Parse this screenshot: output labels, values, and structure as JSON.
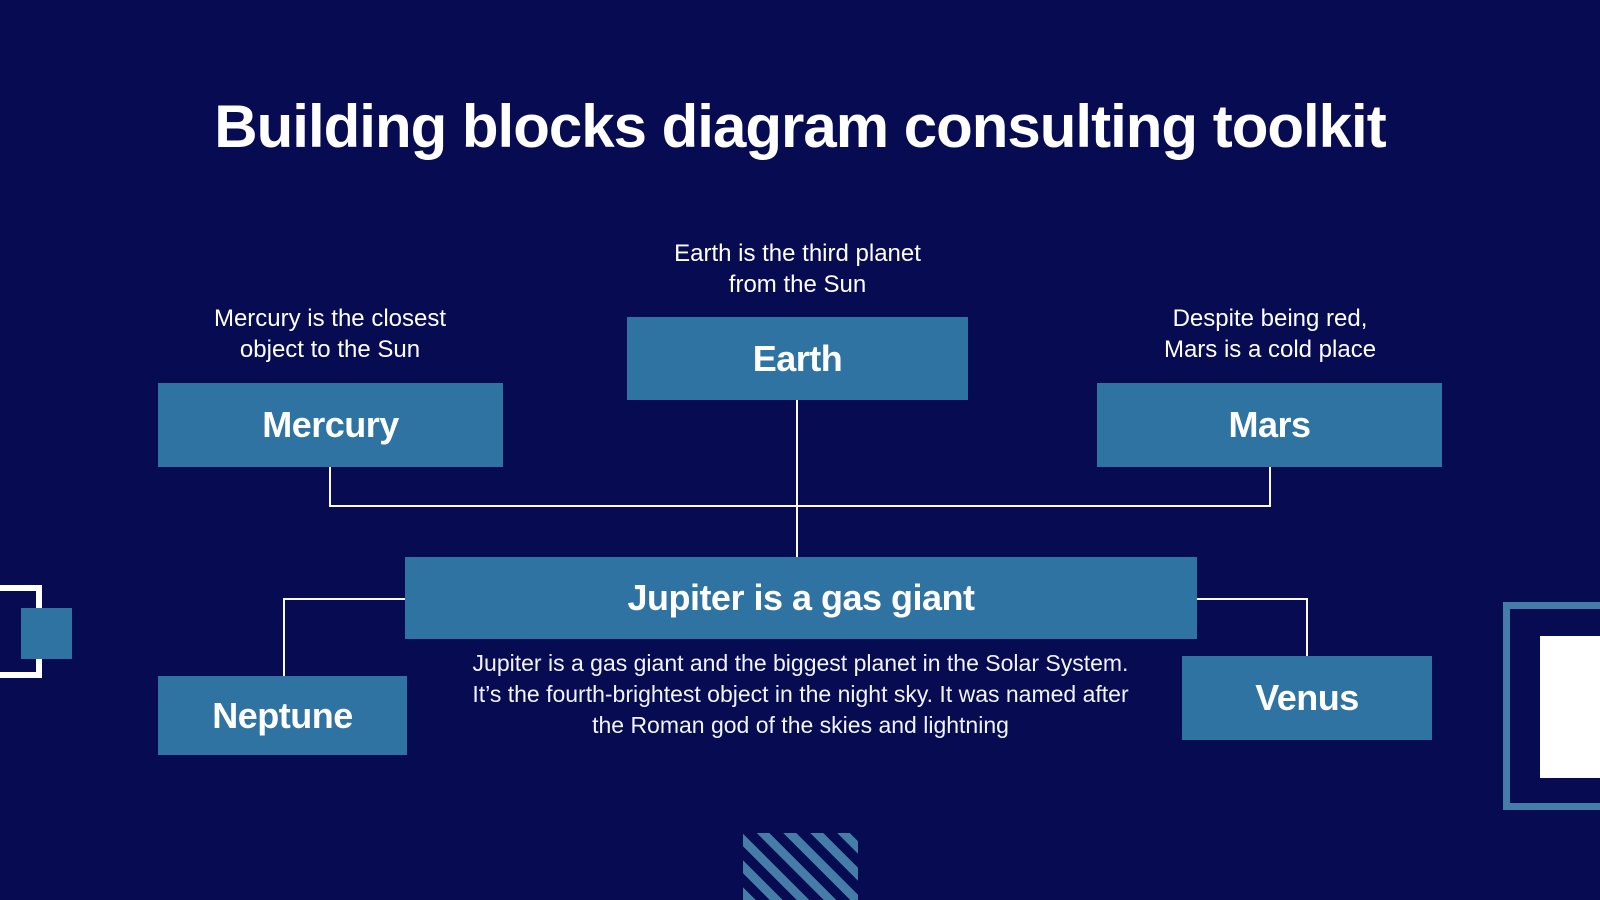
{
  "slide": {
    "title": "Building blocks diagram consulting toolkit"
  },
  "colors": {
    "background": "#070b52",
    "node_fill": "#2f73a2",
    "accent_blue": "#457da9",
    "text": "#ffffff",
    "connector": "#fafafa"
  },
  "nodes": {
    "earth": {
      "label": "Earth",
      "caption_line1": "Earth is the third planet",
      "caption_line2": "from the Sun"
    },
    "mercury": {
      "label": "Mercury",
      "caption_line1": "Mercury is the closest",
      "caption_line2": "object to the Sun"
    },
    "mars": {
      "label": "Mars",
      "caption_line1": "Despite being red,",
      "caption_line2": "Mars is a cold place"
    },
    "jupiter": {
      "label": "Jupiter is a gas giant",
      "description": "Jupiter is a gas giant and the biggest planet in the Solar System. It’s the fourth-brightest object in the night sky. It was named after the Roman god of the skies and lightning"
    },
    "neptune": {
      "label": "Neptune"
    },
    "venus": {
      "label": "Venus"
    }
  }
}
